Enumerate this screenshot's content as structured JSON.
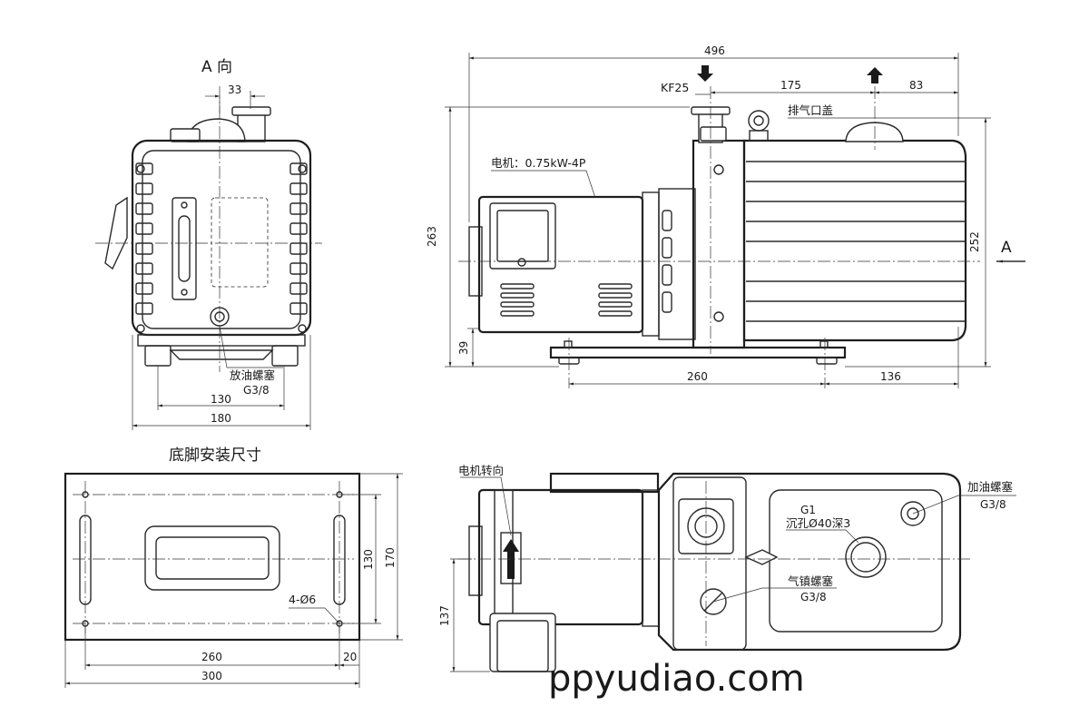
{
  "views": {
    "a_view_title": "A 向",
    "base_view_title": "底脚安装尺寸"
  },
  "labels": {
    "motor": "电机：0.75kW-4P",
    "exhaust_cap": "排气口盖",
    "inlet": "KF25",
    "drain_plug": "放油螺塞",
    "drain_plug_thread": "G3/8",
    "motor_rotation": "电机转向",
    "fill_plug": "加油螺塞",
    "fill_plug_thread": "G3/8",
    "counterbore_g": "G1",
    "counterbore": "沉孔Ø40深3",
    "ballast_plug": "气镇螺塞",
    "ballast_plug_thread": "G3/8",
    "holes": "4-Ø6",
    "direction_a": "A"
  },
  "dimensions": {
    "d33": "33",
    "d130_a": "130",
    "d180": "180",
    "d496": "496",
    "d175": "175",
    "d83": "83",
    "d263": "263",
    "d39": "39",
    "d252": "252",
    "d260_side": "260",
    "d136": "136",
    "d130_base": "130",
    "d170": "170",
    "d260_base": "260",
    "d20": "20",
    "d300": "300",
    "d137": "137"
  },
  "watermark": "ppyudiao.com"
}
